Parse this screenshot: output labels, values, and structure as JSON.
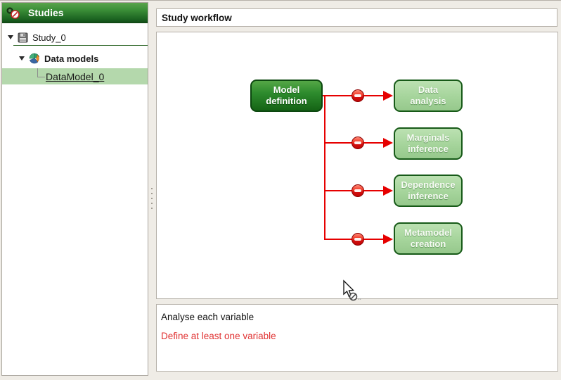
{
  "sidebar": {
    "title": "Studies",
    "items": [
      {
        "label": "Study_0",
        "icon": "save-icon",
        "expanded": true
      },
      {
        "label": "Data models",
        "icon": "data-models-icon",
        "expanded": true
      },
      {
        "label": "DataModel_0",
        "selected": true
      }
    ]
  },
  "workflow": {
    "tab_title": "Study workflow",
    "nodes": [
      {
        "id": "model-definition",
        "label": "Model\ndefinition",
        "state": "enabled"
      },
      {
        "id": "data-analysis",
        "label": "Data\nanalysis",
        "state": "blocked"
      },
      {
        "id": "marginals-inference",
        "label": "Marginals\ninference",
        "state": "blocked"
      },
      {
        "id": "dependence-inference",
        "label": "Dependence\ninference",
        "state": "blocked"
      },
      {
        "id": "metamodel-creation",
        "label": "Metamodel\ncreation",
        "state": "blocked"
      }
    ]
  },
  "messages": {
    "info": "Analyse each variable",
    "error": "Define at least one variable"
  },
  "colors": {
    "header_green": "#1a6120",
    "selection_green": "#b4d8ac",
    "node_dark_green": "#156315",
    "node_light_green": "#a5d49b",
    "connector_red": "#e60000",
    "error_red": "#e03131"
  }
}
